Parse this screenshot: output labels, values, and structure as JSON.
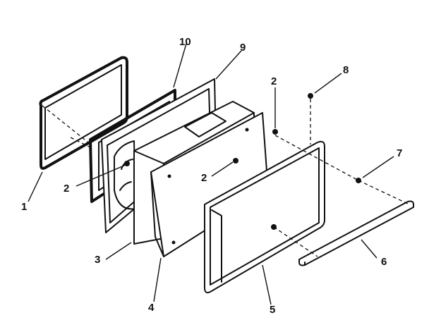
{
  "callouts": {
    "c1": "1",
    "c2a": "2",
    "c2b": "2",
    "c2c": "2",
    "c3": "3",
    "c4": "4",
    "c5": "5",
    "c6": "6",
    "c7": "7",
    "c8": "8",
    "c9": "9",
    "c10": "10"
  }
}
